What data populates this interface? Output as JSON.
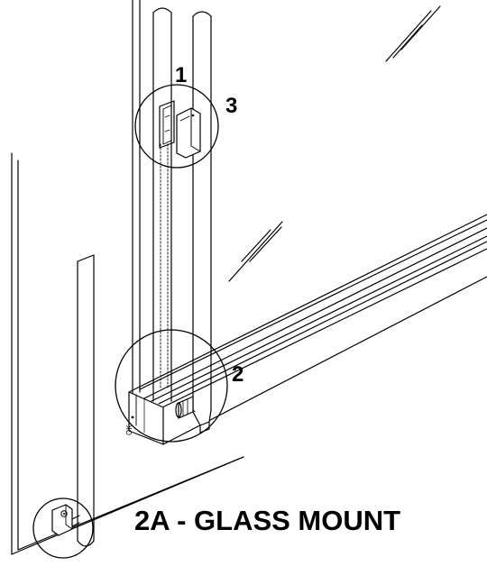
{
  "labels": {
    "callout_1": "1",
    "callout_2": "2",
    "callout_3": "3",
    "glass_mount": "2A - GLASS MOUNT"
  },
  "colors": {
    "line": "#000000",
    "background": "#ffffff"
  }
}
